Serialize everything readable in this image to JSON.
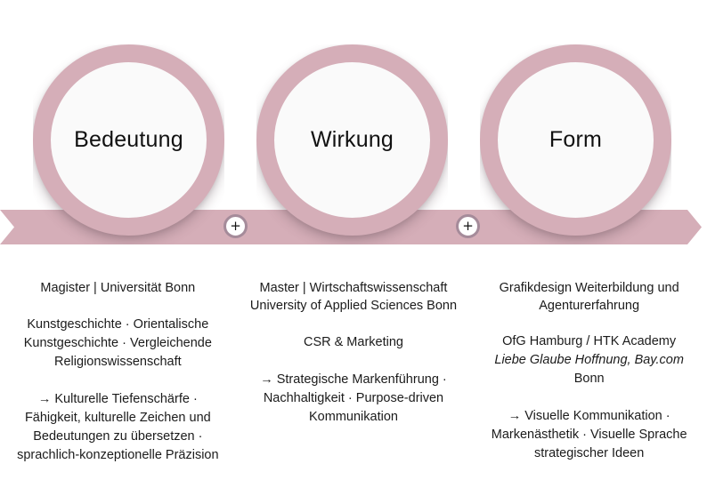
{
  "theme": {
    "background": "#ffffff",
    "ring_color": "#d5aeb8",
    "band_color": "#d5aeb8",
    "badge_ring_color": "#a58b9a",
    "text_color": "#1b1b1b",
    "circle_fill": "#fafafa"
  },
  "diagram": {
    "nodes": [
      {
        "label": "Bedeutung"
      },
      {
        "label": "Wirkung"
      },
      {
        "label": "Form"
      }
    ],
    "connectors": [
      {
        "symbol": "+"
      },
      {
        "symbol": "+"
      }
    ]
  },
  "columns": [
    {
      "heading": "Magister | Universität Bonn",
      "subjects": "Kunstgeschichte · Orientalische Kunstgeschichte · Vergleichende Religionswissenschaft",
      "outcome": "→ Kulturelle Tiefenschärfe · Fähigkeit, kulturelle Zeichen und Bedeutungen zu übersetzen · sprachlich-konzeptionelle Präzision"
    },
    {
      "heading": "Master | Wirtschaftswissenschaft University of Applied Sciences Bonn",
      "subjects": "CSR & Marketing",
      "outcome": "→ Strategische Markenführung · Nachhaltigkeit · Purpose-driven Kommunikation"
    },
    {
      "heading": "Grafikdesign Weiterbildung und Agenturerfahrung",
      "institutions_line1": "OfG Hamburg / HTK Academy",
      "institutions_line2": "Liebe Glaube Hoffnung,  Bay.com",
      "institutions_line3": "Bonn",
      "outcome": "→ Visuelle Kommunikation · Markenästhetik · Visuelle Sprache strategischer Ideen"
    }
  ]
}
